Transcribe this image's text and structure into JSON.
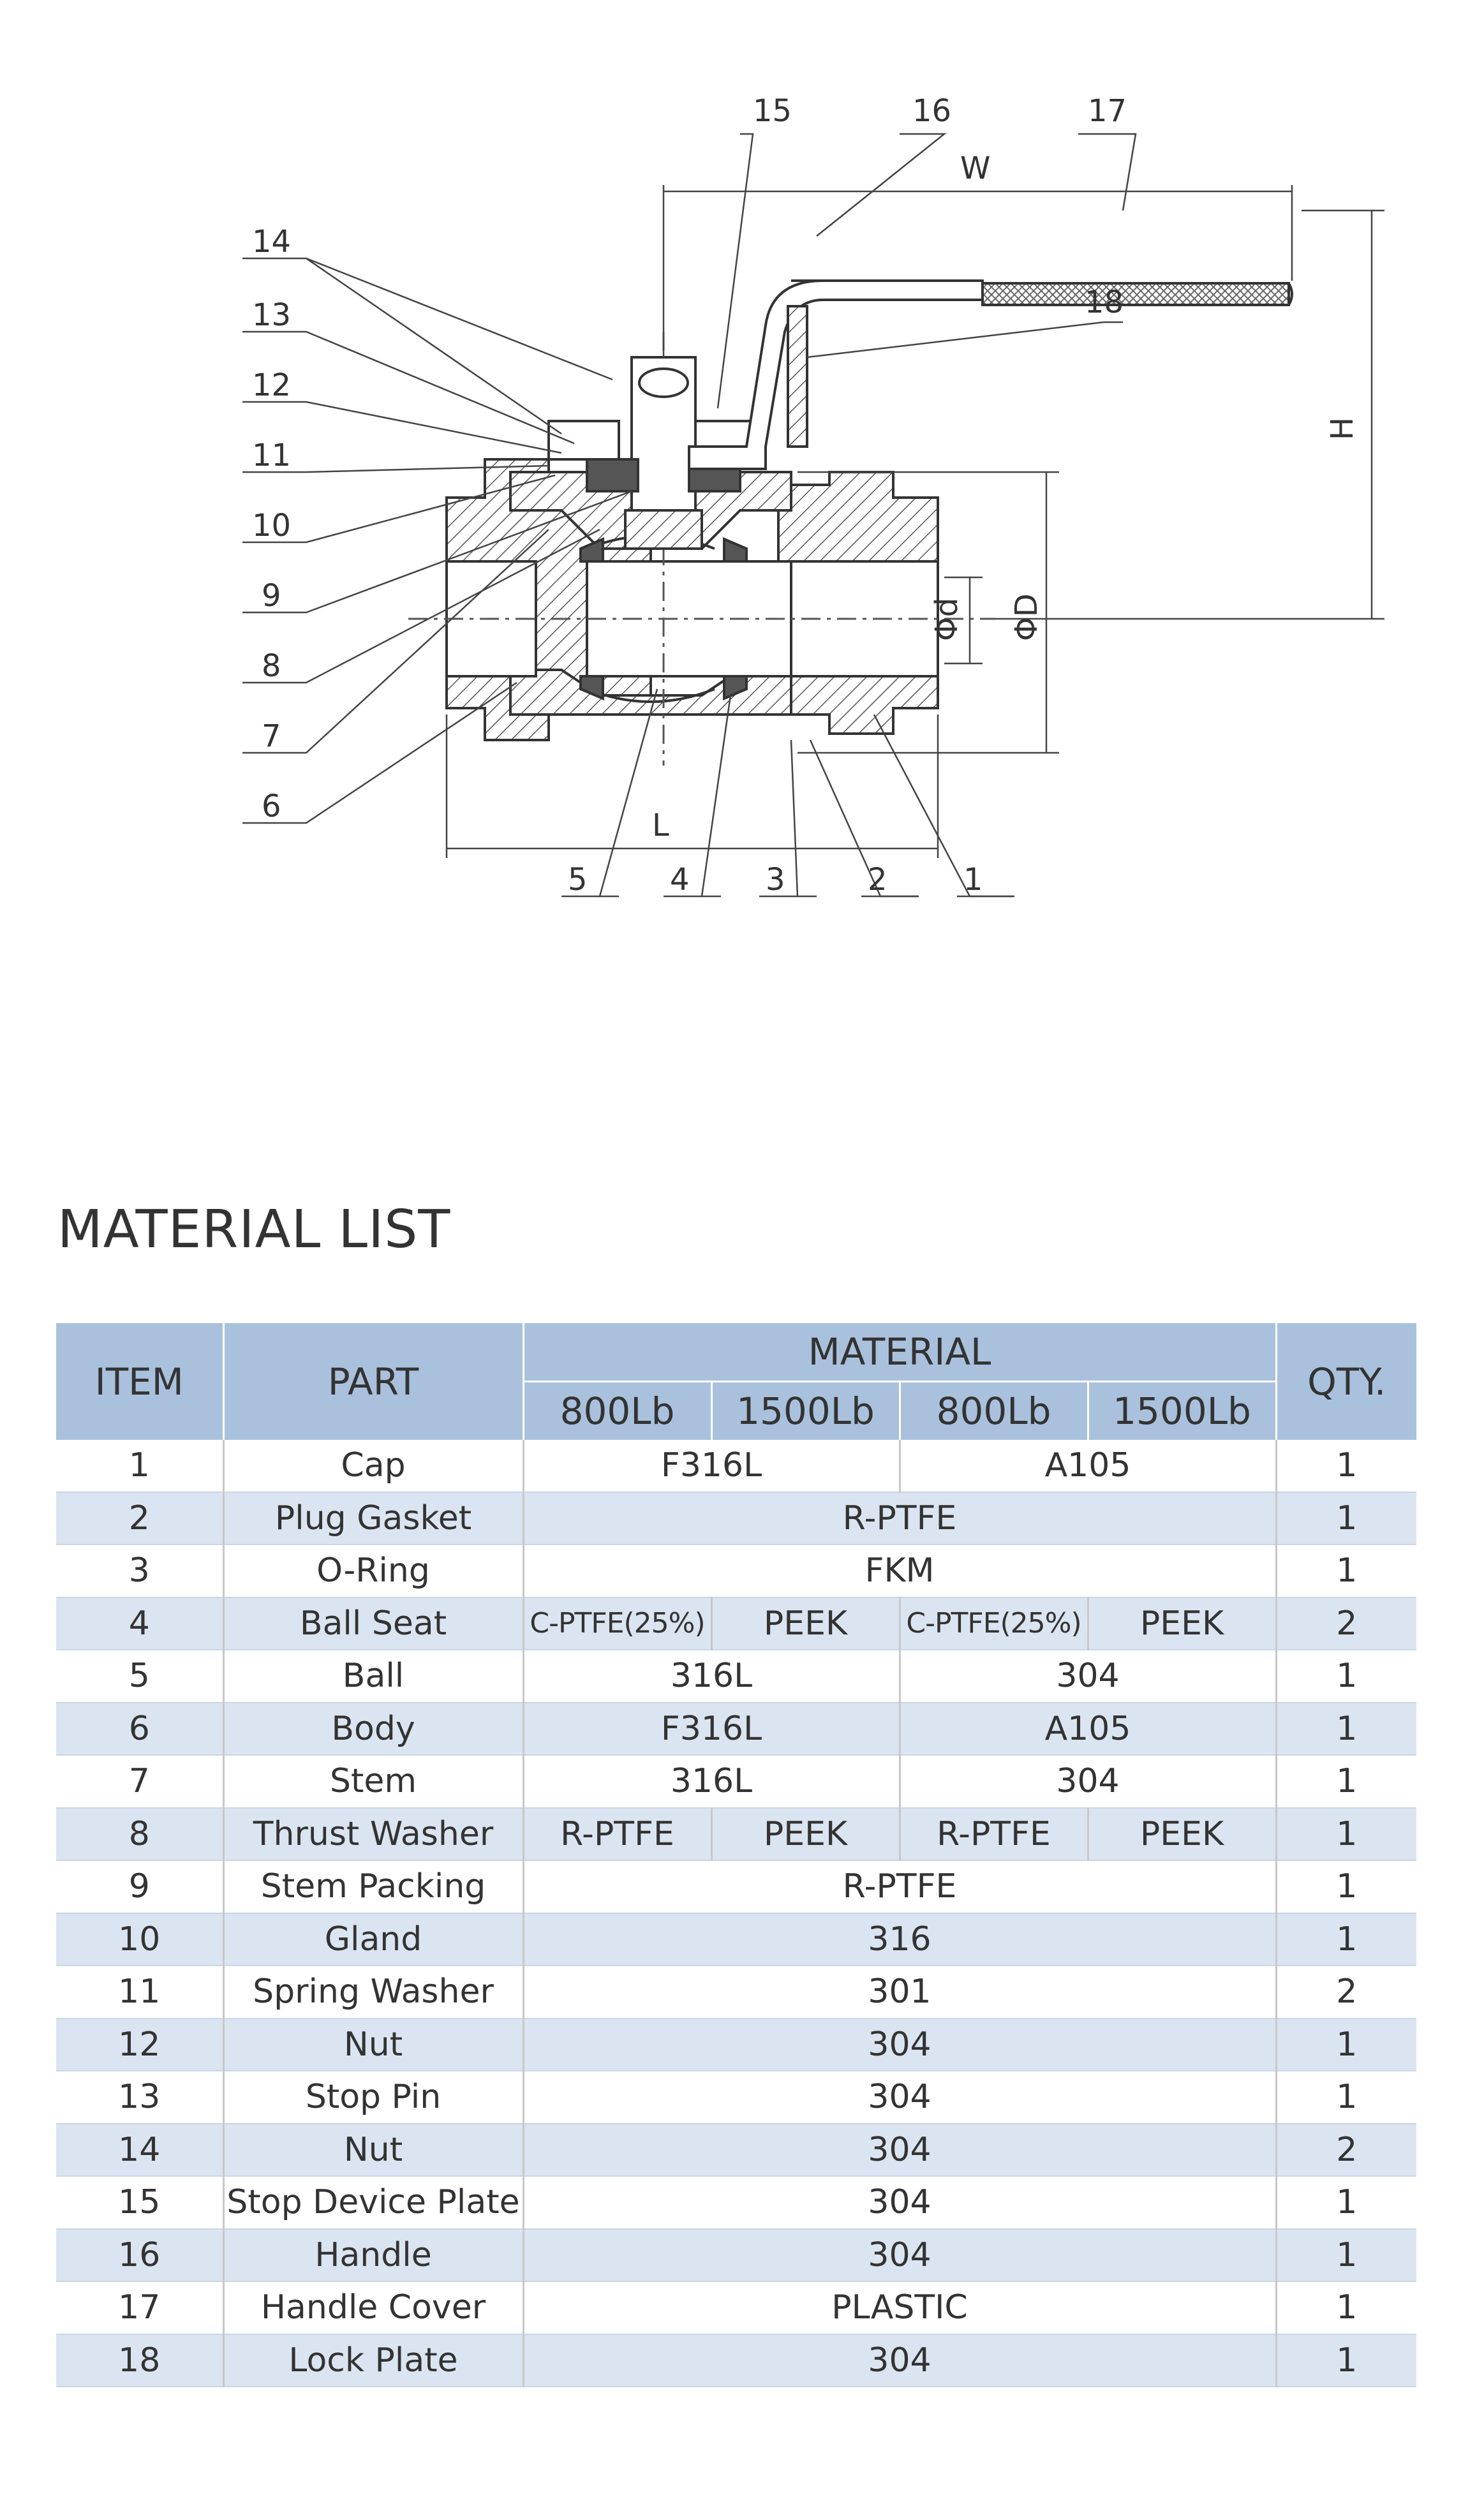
{
  "drawing": {
    "callouts": [
      "1",
      "2",
      "3",
      "4",
      "5",
      "6",
      "7",
      "8",
      "9",
      "10",
      "11",
      "12",
      "13",
      "14",
      "15",
      "16",
      "17",
      "18"
    ],
    "dimensions": {
      "width": "W",
      "height": "H",
      "length": "L",
      "outer_diameter": "ΦD",
      "bore": "Φd"
    }
  },
  "section_title": "MATERIAL LIST",
  "table": {
    "headers": {
      "item": "ITEM",
      "part": "PART",
      "material": "MATERIAL",
      "qty": "QTY."
    },
    "classes": [
      "800Lb",
      "1500Lb",
      "800Lb",
      "1500Lb"
    ],
    "rows": [
      {
        "item": "1",
        "part": "Cap",
        "cells": [
          "F316L",
          "A105"
        ],
        "qty": "1"
      },
      {
        "item": "2",
        "part": "Plug Gasket",
        "cells": [
          "R-PTFE"
        ],
        "qty": "1"
      },
      {
        "item": "3",
        "part": "O-Ring",
        "cells": [
          "FKM"
        ],
        "qty": "1"
      },
      {
        "item": "4",
        "part": "Ball Seat",
        "cells": [
          "C-PTFE(25%)",
          "PEEK",
          "C-PTFE(25%)",
          "PEEK"
        ],
        "qty": "2"
      },
      {
        "item": "5",
        "part": "Ball",
        "cells": [
          "316L",
          "304"
        ],
        "qty": "1"
      },
      {
        "item": "6",
        "part": "Body",
        "cells": [
          "F316L",
          "A105"
        ],
        "qty": "1"
      },
      {
        "item": "7",
        "part": "Stem",
        "cells": [
          "316L",
          "304"
        ],
        "qty": "1"
      },
      {
        "item": "8",
        "part": "Thrust Washer",
        "cells": [
          "R-PTFE",
          "PEEK",
          "R-PTFE",
          "PEEK"
        ],
        "qty": "1"
      },
      {
        "item": "9",
        "part": "Stem Packing",
        "cells": [
          "R-PTFE"
        ],
        "qty": "1"
      },
      {
        "item": "10",
        "part": "Gland",
        "cells": [
          "316"
        ],
        "qty": "1"
      },
      {
        "item": "11",
        "part": "Spring Washer",
        "cells": [
          "301"
        ],
        "qty": "2"
      },
      {
        "item": "12",
        "part": "Nut",
        "cells": [
          "304"
        ],
        "qty": "1"
      },
      {
        "item": "13",
        "part": "Stop Pin",
        "cells": [
          "304"
        ],
        "qty": "1"
      },
      {
        "item": "14",
        "part": "Nut",
        "cells": [
          "304"
        ],
        "qty": "2"
      },
      {
        "item": "15",
        "part": "Stop Device Plate",
        "cells": [
          "304"
        ],
        "qty": "1"
      },
      {
        "item": "16",
        "part": "Handle",
        "cells": [
          "304"
        ],
        "qty": "1"
      },
      {
        "item": "17",
        "part": "Handle Cover",
        "cells": [
          "PLASTIC"
        ],
        "qty": "1"
      },
      {
        "item": "18",
        "part": "Lock Plate",
        "cells": [
          "304"
        ],
        "qty": "1"
      }
    ]
  }
}
